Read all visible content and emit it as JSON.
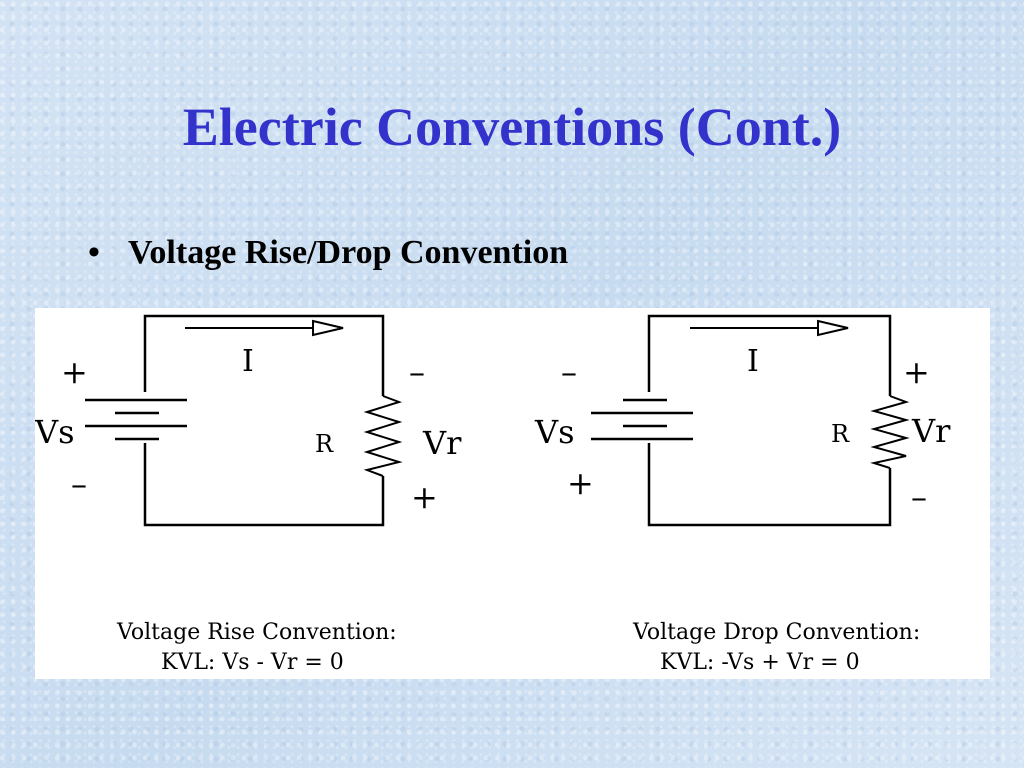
{
  "slide": {
    "title": "Electric Conventions (Cont.)",
    "bullet_symbol": "•",
    "bullet_text": "Voltage Rise/Drop Convention"
  },
  "colors": {
    "title": "#3333cc",
    "background": "#cfe0f2",
    "panel": "#ffffff",
    "ink": "#000000"
  },
  "circuits": [
    {
      "current_label": "I",
      "source_label": "Vs",
      "source_top_sign": "+",
      "source_bottom_sign": "–",
      "resistor_label": "R",
      "resistor_voltage_label": "Vr",
      "resistor_top_sign": "–",
      "resistor_bottom_sign": "+",
      "caption_line1": "Voltage Rise Convention:",
      "caption_line2": "KVL:  Vs - Vr = 0"
    },
    {
      "current_label": "I",
      "source_label": "Vs",
      "source_top_sign": "–",
      "source_bottom_sign": "+",
      "resistor_label": "R",
      "resistor_voltage_label": "Vr",
      "resistor_top_sign": "+",
      "resistor_bottom_sign": "–",
      "caption_line1": "Voltage Drop Convention:",
      "caption_line2": "KVL:  -Vs + Vr = 0"
    }
  ]
}
